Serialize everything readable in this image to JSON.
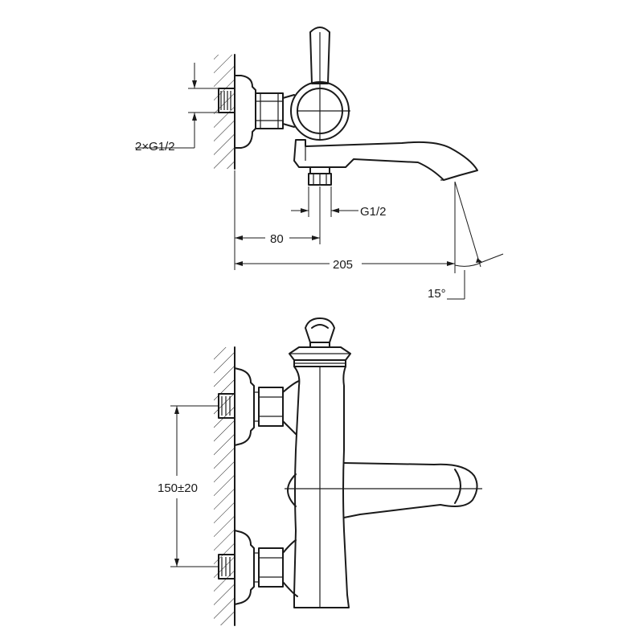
{
  "dimensions": {
    "inlet_thread": "2×G1/2",
    "outlet_thread": "G1/2",
    "wall_to_axis": "80",
    "wall_to_spout": "205",
    "spout_angle": "15°",
    "inlet_spacing": "150±20"
  }
}
